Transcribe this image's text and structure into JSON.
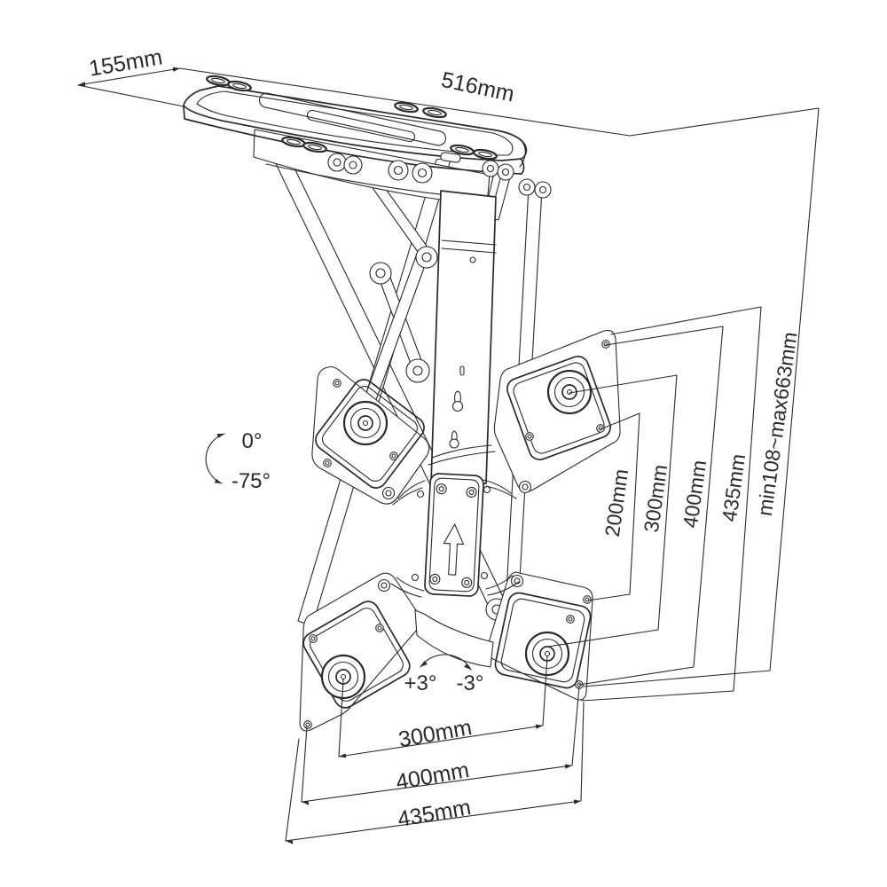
{
  "diagram": {
    "type": "technical-line-drawing",
    "subject": "motorized ceiling TV mount with fold-down arm and VESA X-plate",
    "colors": {
      "ink": "#2a2a2a",
      "background": "#ffffff"
    },
    "labels": {
      "d155": "155mm",
      "d516": "516mm",
      "d200": "200mm",
      "d300r": "300mm",
      "d400r": "400mm",
      "d435r": "435mm",
      "dminmax": "min108~max663mm",
      "a0": "0°",
      "a75": "-75°",
      "aplus3": "+3°",
      "aminus3": "-3°",
      "d300b": "300mm",
      "d400b": "400mm",
      "d435b": "435mm"
    },
    "dimensions": {
      "ceiling_plate_depth": "155mm",
      "ceiling_plate_width": "516mm",
      "vesa_vertical_spans": [
        "200mm",
        "300mm",
        "400mm"
      ],
      "bracket_height_right": "435mm",
      "drop_height_range": "min108~max663mm",
      "vesa_horizontal_spans": [
        "300mm",
        "400mm"
      ],
      "bracket_width_bottom": "435mm",
      "tilt_range": [
        "0°",
        "-75°"
      ],
      "level_adjust_range": [
        "+3°",
        "-3°"
      ]
    }
  }
}
